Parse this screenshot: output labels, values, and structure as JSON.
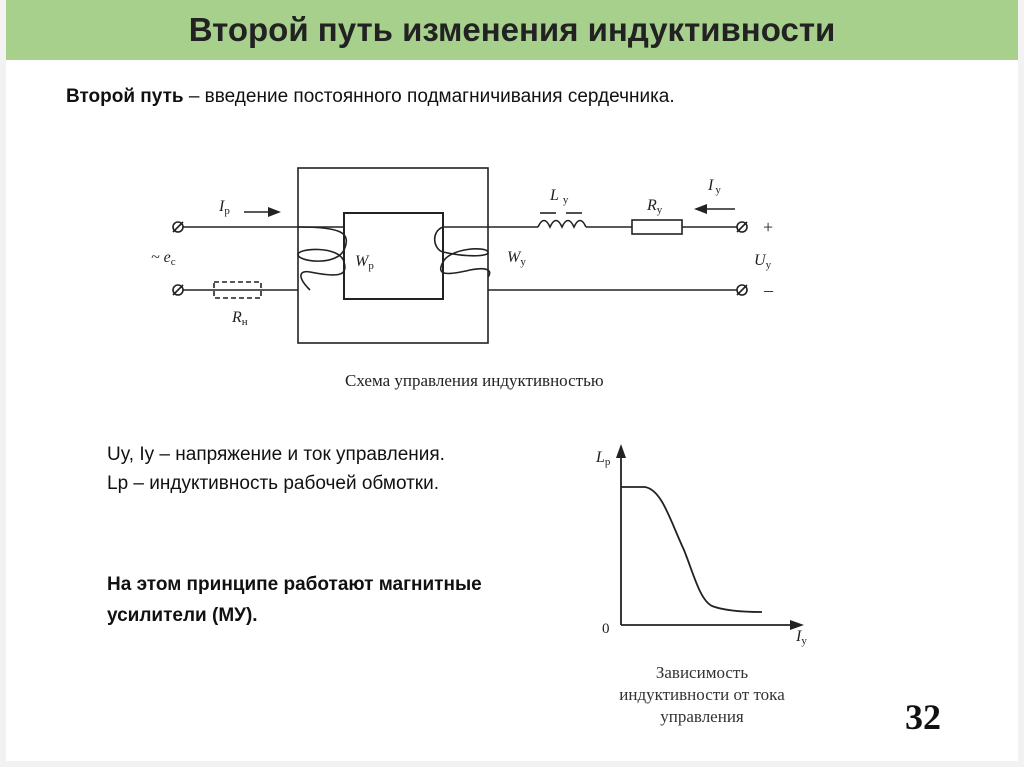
{
  "title": "Второй путь изменения индуктивности",
  "intro": {
    "bold": "Второй путь",
    "rest": " – введение постоянного подмагничивания сердечника."
  },
  "circuit": {
    "caption": "Схема управления индуктивностью",
    "labels": {
      "ip": "I",
      "ip_sub": "р",
      "ec_prefix": "~ e",
      "ec_sub": "с",
      "rn": "R",
      "rn_sub": "н",
      "wp": "W",
      "wp_sub": "р",
      "wy": "W",
      "wy_sub": "у",
      "ly": "L",
      "ly_sub": "у",
      "ry": "R",
      "ry_sub": "у",
      "iy": "I",
      "iy_sub": "у",
      "uy": "U",
      "uy_sub": "у",
      "plus": "+",
      "minus": "–"
    }
  },
  "legend": {
    "line1": "Uy, Iy – напряжение и ток управления.",
    "line2": "Lp – индуктивность рабочей обмотки."
  },
  "note": {
    "line1": "На этом принципе работают магнитные",
    "line2": "усилители (МУ)."
  },
  "graph": {
    "y_axis": "L",
    "y_axis_sub": "р",
    "x_axis": "I",
    "x_axis_sub": "у",
    "origin": "0",
    "caption_lines": [
      "Зависимость",
      "индуктивности от тока",
      "управления"
    ]
  },
  "page_number": "32",
  "colors": {
    "title_bar": "#a8d08d",
    "line": "#222222"
  }
}
